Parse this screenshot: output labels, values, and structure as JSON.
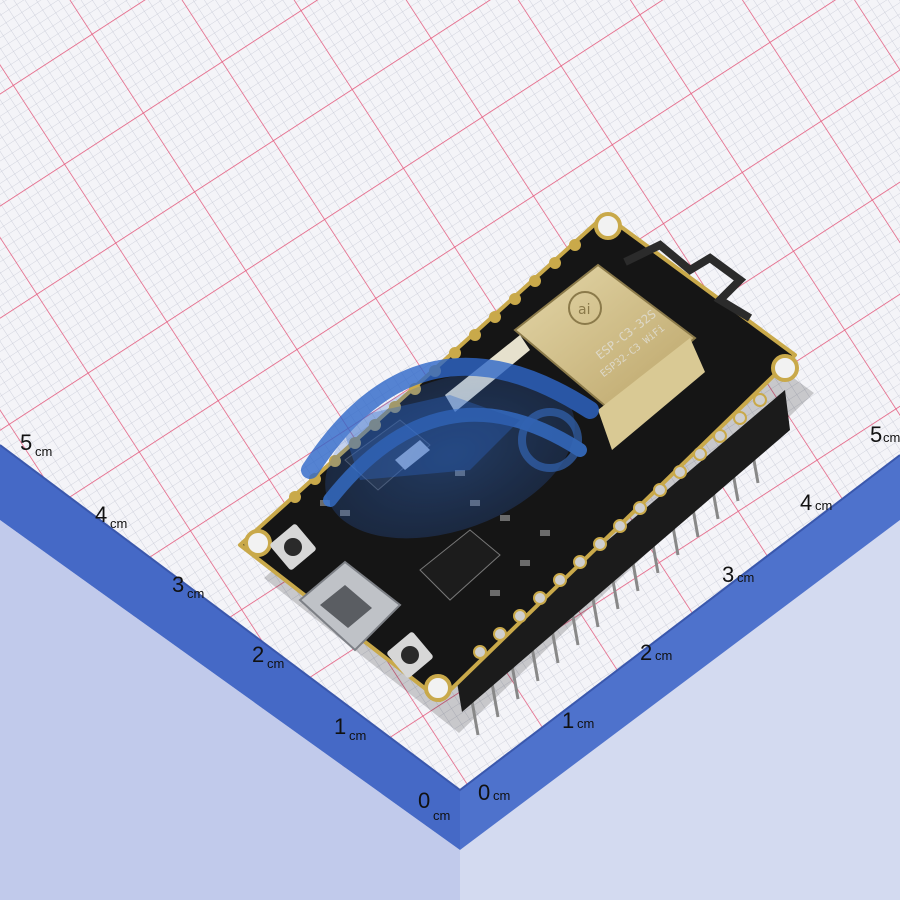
{
  "ruler": {
    "left_labels": [
      "5",
      "4",
      "3",
      "2",
      "1",
      "0"
    ],
    "right_labels": [
      "0",
      "1",
      "2",
      "3",
      "4",
      "5"
    ],
    "unit": "cm"
  },
  "board": {
    "module_text": [
      "ESP-C3-32S",
      "ESP32-C3 WiFi"
    ],
    "module_logo": "ai"
  },
  "colors": {
    "grid_fine": "#c9ccd6",
    "grid_major": "#e8567a",
    "ruler_band": "#4569c6",
    "ruler_band_light": "#8fa3de",
    "pcb": "#151515",
    "module_shield": "#c9b47a",
    "watermark": "#2e67c9"
  }
}
